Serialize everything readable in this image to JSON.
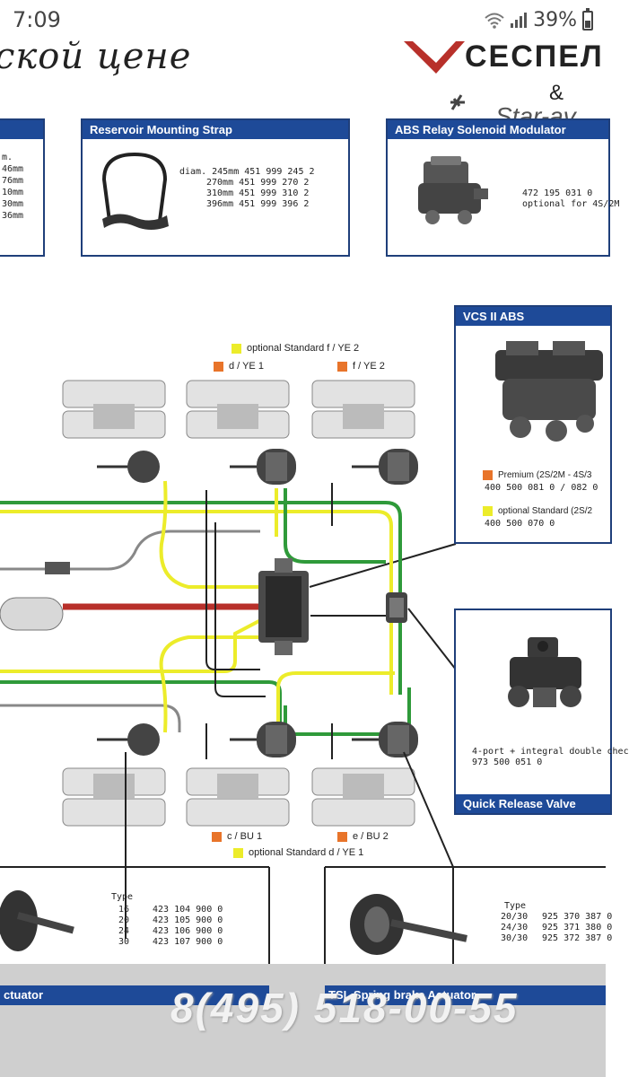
{
  "status_bar": {
    "time": "7:09",
    "battery": "39%"
  },
  "header": {
    "script_text": "ской цене",
    "brand": "СЕСПЕЛ",
    "ampersand": "&",
    "partner": "Star-av"
  },
  "panels": {
    "left_partial": {
      "lines": [
        "m.",
        "46mm",
        "76mm",
        "10mm",
        "30mm",
        "36mm"
      ]
    },
    "reservoir": {
      "title": "Reservoir Mounting Strap",
      "lines": [
        "diam. 245mm  451 999 245 2",
        "270mm  451 999 270 2",
        "310mm  451 999 310 2",
        "396mm  451 999 396 2"
      ]
    },
    "abs_modulator": {
      "title": "ABS Relay Solenoid Modulator",
      "lines": [
        "472 195 031 0",
        "optional for 4S/2M"
      ]
    },
    "vcs": {
      "title": "VCS II ABS",
      "premium": "Premium (2S/2M - 4S/3",
      "premium_part": "400 500 081 0 / 082 0",
      "standard": "optional Standard (2S/2",
      "standard_part": "400 500 070 0"
    },
    "qrv": {
      "title": "Quick Release Valve",
      "desc": "4-port + integral double chec",
      "part": "973 500 051 0"
    },
    "actuator_left": {
      "heading": "Type",
      "rows": [
        {
          "type": "16",
          "part": "423 104 900 0"
        },
        {
          "type": "20",
          "part": "423 105 900 0"
        },
        {
          "type": "24",
          "part": "423 106 900 0"
        },
        {
          "type": "30",
          "part": "423 107 900 0"
        }
      ],
      "bar_label": "ctuator"
    },
    "actuator_right": {
      "heading": "Type",
      "rows": [
        {
          "type": "20/30",
          "part": "925 370 387 0"
        },
        {
          "type": "24/30",
          "part": "925 371 380 0"
        },
        {
          "type": "30/30",
          "part": "925 372 387 0"
        }
      ],
      "bar_label": "TSL Spring brake Actuator"
    }
  },
  "legends": {
    "top_standard": "optional Standard f / YE 2",
    "top_d": "d / YE 1",
    "top_f": "f / YE 2",
    "bottom_c": "c / BU 1",
    "bottom_e": "e / BU 2",
    "bottom_standard": "optional Standard d / YE 1"
  },
  "colors": {
    "panel_title_bg": "#1e4a98",
    "orange": "#e8742a",
    "yellow": "#ecec2a",
    "green": "#2f9a3a",
    "red": "#b8302a"
  },
  "watermark": {
    "phone": "8(495) 518-00-55"
  }
}
